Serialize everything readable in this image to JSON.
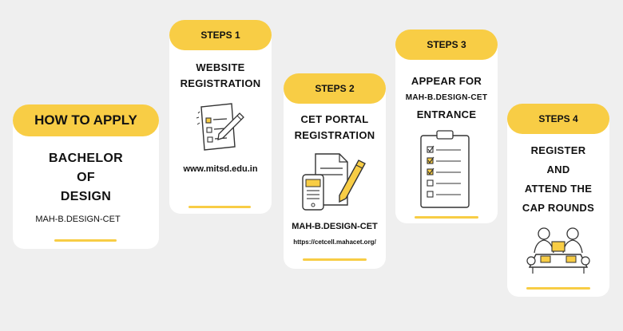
{
  "how_to_apply": {
    "heading": "HOW TO APPLY",
    "line1": "BACHELOR",
    "line2": "OF",
    "line3": "DESIGN",
    "exam": "MAH-B.DESIGN-CET"
  },
  "step1": {
    "label": "STEPS 1",
    "line1": "WEBSITE",
    "line2": "REGISTRATION",
    "website": "www.mitsd.edu.in",
    "icon": "registration-form-icon"
  },
  "step2": {
    "label": "STEPS 2",
    "line1": "CET PORTAL",
    "line2": "REGISTRATION",
    "exam": "MAH-B.DESIGN-CET",
    "url": "https://cetcell.mahacet.org/",
    "icon": "documents-pen-icon"
  },
  "step3": {
    "label": "STEPS 3",
    "line1": "APPEAR FOR",
    "line2": "MAH-B.DESIGN-CET",
    "line3": "ENTRANCE",
    "icon": "clipboard-checklist-icon"
  },
  "step4": {
    "label": "STEPS 4",
    "line1": "REGISTER",
    "line2": "AND",
    "line3": "ATTEND THE",
    "line4": "CAP ROUNDS",
    "icon": "meeting-table-icon"
  },
  "colors": {
    "accent": "#f8cd45",
    "background": "#efefef",
    "card": "#ffffff"
  }
}
